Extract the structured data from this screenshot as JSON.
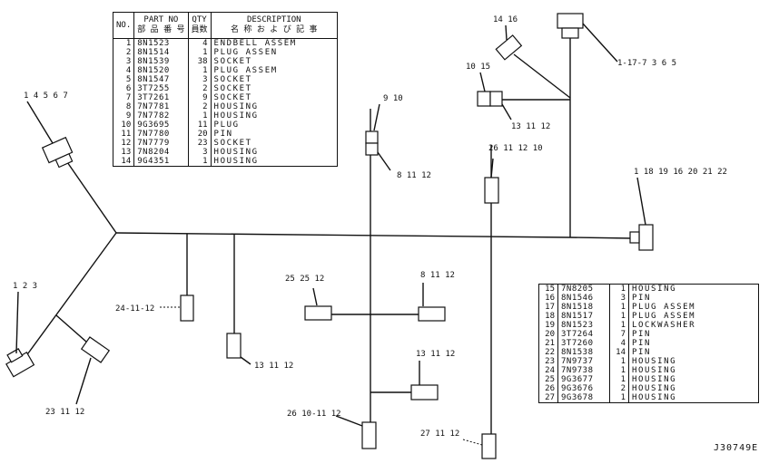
{
  "table1": {
    "headers": {
      "no": "NO.",
      "part_no": "PART NO",
      "part_no_jp": "部 品 番 号",
      "qty": "QTY",
      "qty_jp": "員数",
      "desc": "DESCRIPTION",
      "desc_jp": "名 称 お よ び 記 事"
    },
    "rows": [
      {
        "no": "1",
        "part": "8N1523",
        "qty": "4",
        "desc": "ENDBELL ASSEM"
      },
      {
        "no": "2",
        "part": "8N1514",
        "qty": "1",
        "desc": "PLUG ASSEN"
      },
      {
        "no": "3",
        "part": "8N1539",
        "qty": "38",
        "desc": "SOCKET"
      },
      {
        "no": "4",
        "part": "8N1520",
        "qty": "1",
        "desc": "PLUG ASSEM"
      },
      {
        "no": "5",
        "part": "8N1547",
        "qty": "3",
        "desc": "SOCKET"
      },
      {
        "no": "6",
        "part": "3T7255",
        "qty": "2",
        "desc": "SOCKET"
      },
      {
        "no": "7",
        "part": "3T7261",
        "qty": "9",
        "desc": "SOCKET"
      },
      {
        "no": "8",
        "part": "7N7781",
        "qty": "2",
        "desc": "HOUSING"
      },
      {
        "no": "9",
        "part": "7N7782",
        "qty": "1",
        "desc": "HOUSING"
      },
      {
        "no": "10",
        "part": "9G3695",
        "qty": "11",
        "desc": "PLUG"
      },
      {
        "no": "11",
        "part": "7N7780",
        "qty": "20",
        "desc": "PIN"
      },
      {
        "no": "12",
        "part": "7N7779",
        "qty": "23",
        "desc": "SOCKET"
      },
      {
        "no": "13",
        "part": "7N8204",
        "qty": "3",
        "desc": "HOUSING"
      },
      {
        "no": "14",
        "part": "9G4351",
        "qty": "1",
        "desc": "HOUSING"
      }
    ]
  },
  "table2": {
    "rows": [
      {
        "no": "15",
        "part": "7N8205",
        "qty": "1",
        "desc": "HOUSING"
      },
      {
        "no": "16",
        "part": "8N1546",
        "qty": "3",
        "desc": "PIN"
      },
      {
        "no": "17",
        "part": "8N1518",
        "qty": "1",
        "desc": "PLUG ASSEM"
      },
      {
        "no": "18",
        "part": "8N1517",
        "qty": "1",
        "desc": "PLUG ASSEM"
      },
      {
        "no": "19",
        "part": "8N1523",
        "qty": "1",
        "desc": "LOCKWASHER"
      },
      {
        "no": "20",
        "part": "3T7264",
        "qty": "7",
        "desc": "PIN"
      },
      {
        "no": "21",
        "part": "3T7260",
        "qty": "4",
        "desc": "PIN"
      },
      {
        "no": "22",
        "part": "8N1538",
        "qty": "14",
        "desc": "PIN"
      },
      {
        "no": "23",
        "part": "7N9737",
        "qty": "1",
        "desc": "HOUSING"
      },
      {
        "no": "24",
        "part": "7N9738",
        "qty": "1",
        "desc": "HOUSING"
      },
      {
        "no": "25",
        "part": "9G3677",
        "qty": "1",
        "desc": "HOUSING"
      },
      {
        "no": "26",
        "part": "9G3676",
        "qty": "2",
        "desc": "HOUSING"
      },
      {
        "no": "27",
        "part": "9G3678",
        "qty": "1",
        "desc": "HOUSING"
      }
    ]
  },
  "callouts": {
    "c_14_16": "14 16",
    "c_1_17": "1-17-7 3 6 5",
    "c_10_15": "10 15",
    "c_13_11_12_top": "13 11 12",
    "c_9_10": "9 10",
    "c_8_11_12_top": "8 11 12",
    "c_26_11_12_10": "26 11 12 10",
    "c_1_18": "1 18 19 16 20 21 22",
    "c_14567": "1 4 5 6 7",
    "c_123": "1 2 3",
    "c_24": "24-11-12",
    "c_13_11_12_mid": "13 11 12",
    "c_25_25_12": "25 25 12",
    "c_8_11_12_mid": "8 11 12",
    "c_13_11_12_right": "13 11 12",
    "c_23_11_12": "23 11 12",
    "c_26_10": "26 10-11 12",
    "c_27_11_12": "27 11 12"
  },
  "drawing_code": "J30749E"
}
